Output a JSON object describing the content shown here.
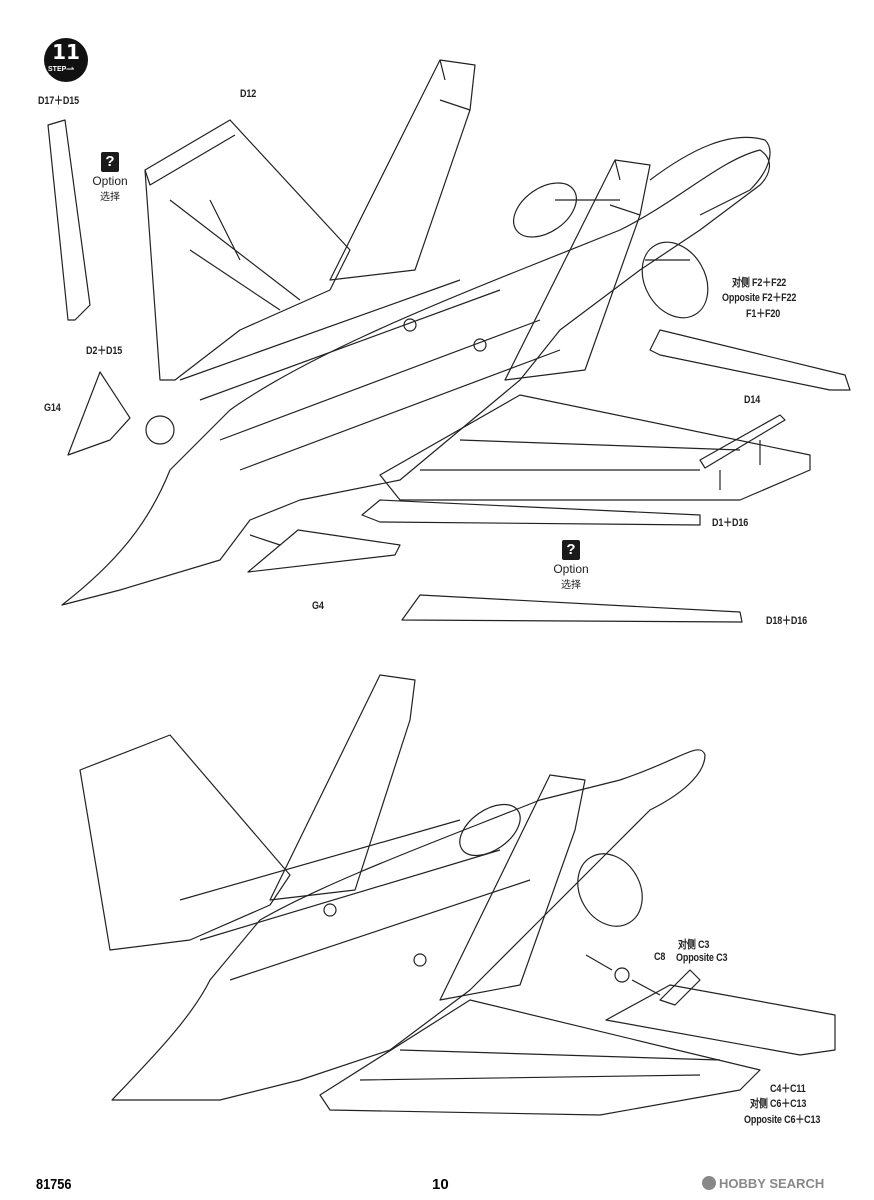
{
  "step": {
    "number": "11",
    "word": "STEP"
  },
  "option_markers": [
    {
      "symbol": "?",
      "label_en": "Option",
      "label_cn": "选择"
    },
    {
      "symbol": "?",
      "label_en": "Option",
      "label_cn": "选择"
    }
  ],
  "labels_top": {
    "d17_d15": "D17＋D15",
    "d12": "D12",
    "d2_d15": "D2＋D15",
    "g14": "G14",
    "opp_f2_cn": "对侧 F2＋F22",
    "opp_f2_en": "Opposite F2＋F22",
    "f1_f20": "F1＋F20",
    "d14": "D14",
    "d1_d16": "D1＋D16",
    "g4": "G4",
    "d18_d16": "D18＋D16"
  },
  "labels_bottom": {
    "opp_c3_cn": "对侧 C3",
    "c8": "C8",
    "opp_c3_en": "Opposite C3",
    "c4_c11": "C4＋C11",
    "opp_c6_cn": "对侧 C6＋C13",
    "opp_c6_en": "Opposite C6＋C13"
  },
  "footer": {
    "code": "81756",
    "page": "10",
    "watermark": "HOBBY SEARCH"
  }
}
